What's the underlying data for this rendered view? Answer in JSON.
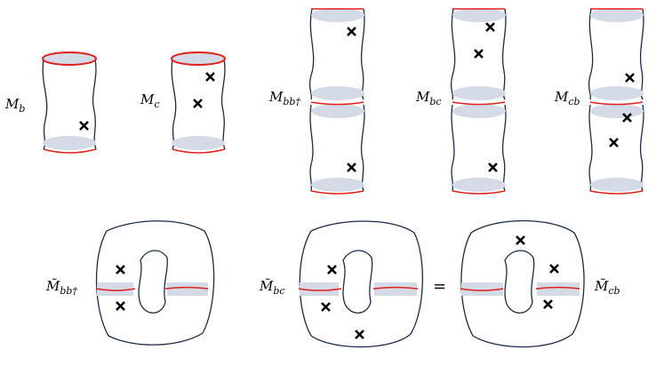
{
  "labels": {
    "mb_base": "M",
    "mb_sub": "b",
    "mc_base": "M",
    "mc_sub": "c",
    "mbb_base": "M",
    "mbb_sub": "bb†",
    "mbc_base": "M",
    "mbc_sub": "bc",
    "mcb_base": "M",
    "mcb_sub": "cb",
    "tmbb_base": "M̃",
    "tmbb_sub": "bb†",
    "tmbc_base": "M̃",
    "tmbc_sub": "bc",
    "tmcb_base": "M̃",
    "tmcb_sub": "cb",
    "equals": "="
  },
  "marker_glyph": "×",
  "colors": {
    "boundary": "#e0201b",
    "surface": "#1b2a4a",
    "band": "#d4dae6"
  }
}
